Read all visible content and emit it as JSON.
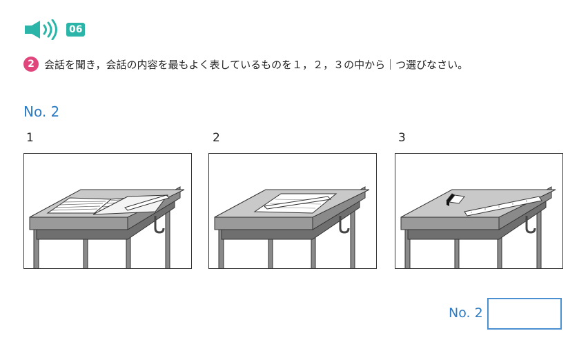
{
  "audio": {
    "track": "06",
    "icon": "speaker-icon",
    "color": "#2bb5a8"
  },
  "instruction": {
    "number": "2",
    "text": "会話を聞き，会話の内容を最もよく表しているものを１，２，３の中から｜つ選びなさい。"
  },
  "section_title": "No. 2",
  "options": [
    {
      "label": "1"
    },
    {
      "label": "2"
    },
    {
      "label": "3"
    }
  ],
  "answer": {
    "label": "No. 2",
    "value": ""
  },
  "colors": {
    "accent": "#2a7ac4",
    "number_badge": "#e0457b",
    "track_badge": "#2bb5a8"
  }
}
